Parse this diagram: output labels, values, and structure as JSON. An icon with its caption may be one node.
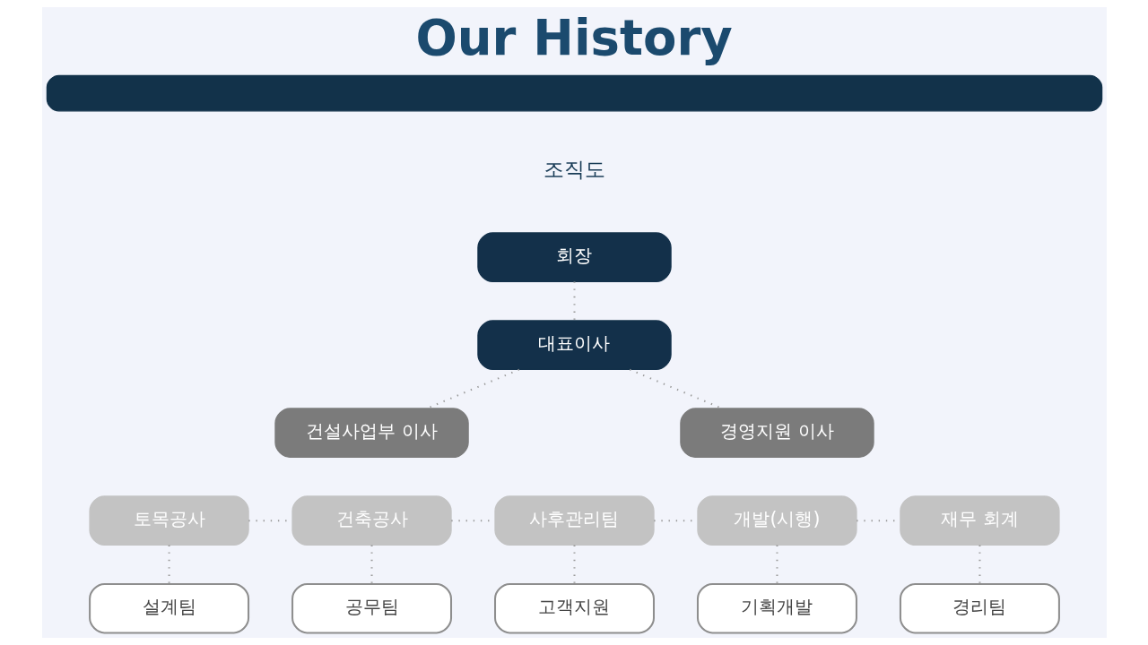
{
  "diagram": {
    "title": "Our History",
    "nodes": [
      {
        "text": [],
        "shape": "bar"
      },
      {
        "text": [
          "회장"
        ]
      },
      {
        "text": [
          "대표이사"
        ]
      },
      {
        "text": [
          "건설사업부 이사"
        ]
      },
      {
        "text": [
          "경영지원 이사"
        ]
      },
      {
        "text": [
          "토목공사"
        ]
      },
      {
        "text": [
          "건축공사"
        ]
      },
      {
        "text": [
          "사후관리팀"
        ]
      },
      {
        "text": [
          "개발(시행)"
        ]
      },
      {
        "text": [
          "재무 회계"
        ]
      },
      {
        "text": [
          "설계팀"
        ]
      },
      {
        "text": [
          "공무팀"
        ]
      },
      {
        "text": [
          "고객지원"
        ]
      },
      {
        "text": [
          "기획개발"
        ]
      },
      {
        "text": [
          "경리팀"
        ]
      }
    ],
    "edges": [
      {
        "from": 1,
        "to": 2,
        "arrow": "none"
      },
      {
        "from": 2,
        "to": 3,
        "arrow": "none"
      },
      {
        "from": 2,
        "to": 4,
        "arrow": "none"
      },
      {
        "from": 5,
        "to": 6,
        "arrow": "none"
      },
      {
        "from": 6,
        "to": 7,
        "arrow": "none"
      },
      {
        "from": 7,
        "to": 8,
        "arrow": "none"
      },
      {
        "from": 8,
        "to": 9,
        "arrow": "none"
      },
      {
        "from": 5,
        "to": 10,
        "arrow": "none"
      },
      {
        "from": 6,
        "to": 11,
        "arrow": "none"
      },
      {
        "from": 7,
        "to": 12,
        "arrow": "none"
      },
      {
        "from": 8,
        "to": 13,
        "arrow": "none"
      },
      {
        "from": 9,
        "to": 14,
        "arrow": "none"
      }
    ],
    "labels": [
      "조직도"
    ]
  }
}
